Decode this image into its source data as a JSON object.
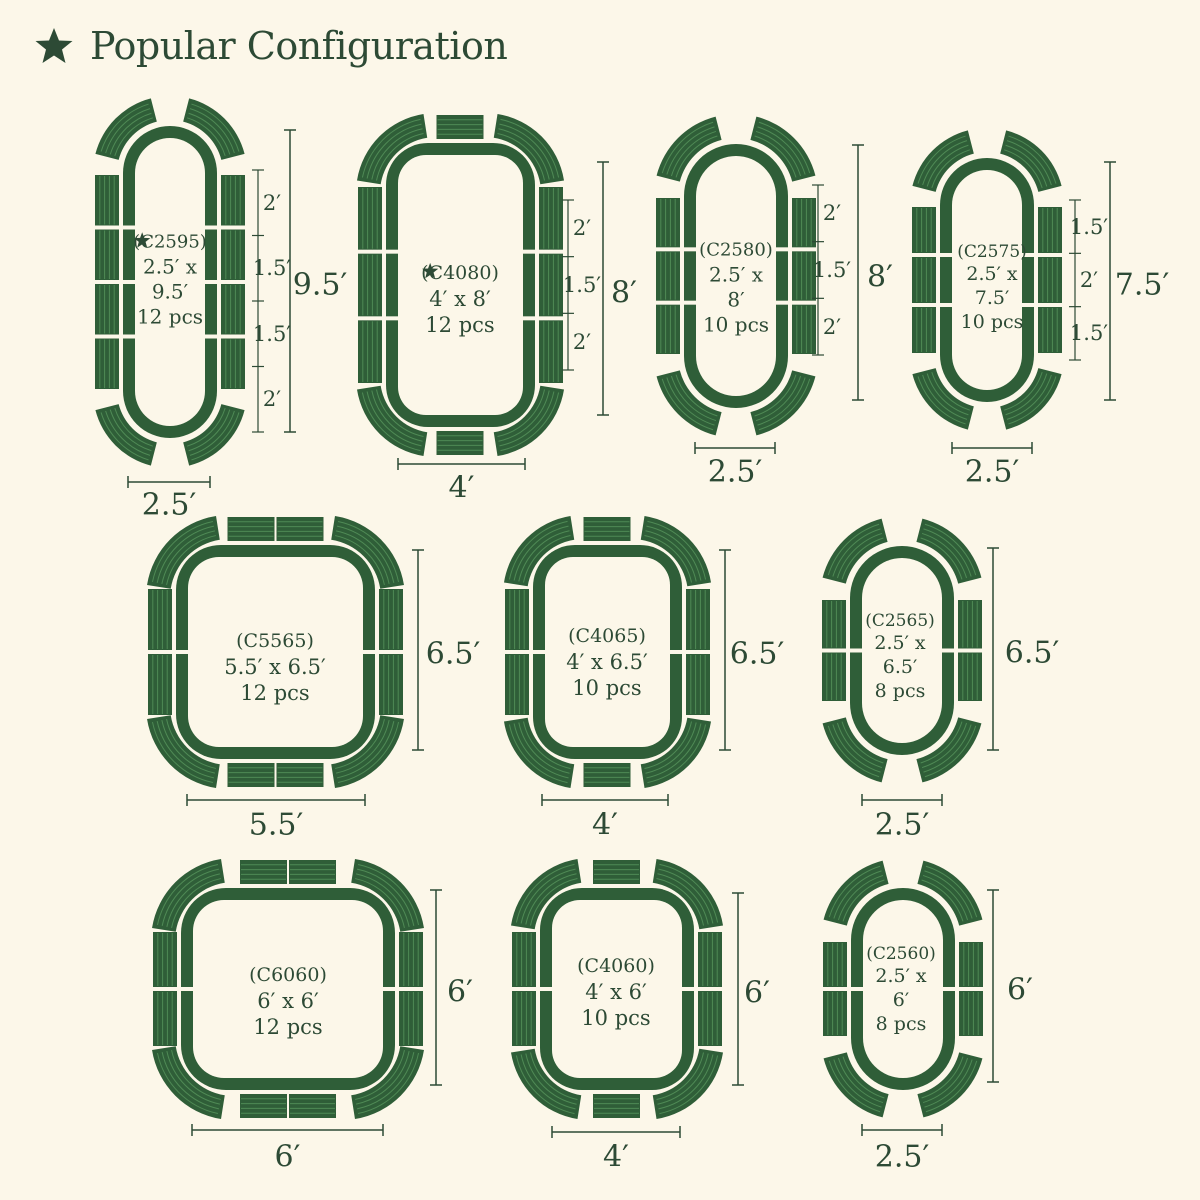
{
  "header": {
    "title": "Popular Configuration",
    "icon": "star-icon"
  },
  "colors": {
    "background": "#fcf7e9",
    "bed": "#2f5e38",
    "bed_light": "#4f8a55",
    "text": "#2d4a35"
  },
  "configurations": [
    {
      "id": "c2595",
      "code": "(C2595)",
      "size": "2.5′ x",
      "size2": "9.5′",
      "pieces": "12 pcs",
      "popular": true,
      "width_label": "2.5′",
      "length_label": "9.5′",
      "segments": [
        "2′",
        "1.5′",
        "1.5′",
        "2′"
      ]
    },
    {
      "id": "c4080",
      "code": "(C4080)",
      "size": "4′ x 8′",
      "pieces": "12 pcs",
      "popular": true,
      "width_label": "4′",
      "length_label": "8′",
      "segments": [
        "2′",
        "1.5′",
        "2′"
      ]
    },
    {
      "id": "c2580",
      "code": "(C2580)",
      "size": "2.5′ x",
      "size2": "8′",
      "pieces": "10 pcs",
      "popular": false,
      "width_label": "2.5′",
      "length_label": "8′",
      "segments": [
        "2′",
        "1.5′",
        "2′"
      ]
    },
    {
      "id": "c2575",
      "code": "(C2575)",
      "size": "2.5′ x",
      "size2": "7.5′",
      "pieces": "10 pcs",
      "popular": false,
      "width_label": "2.5′",
      "length_label": "7.5′",
      "segments": [
        "1.5′",
        "2′",
        "1.5′"
      ]
    },
    {
      "id": "c5565",
      "code": "(C5565)",
      "size": "5.5′ x 6.5′",
      "pieces": "12 pcs",
      "popular": false,
      "width_label": "5.5′",
      "length_label": "6.5′",
      "segments": []
    },
    {
      "id": "c4065",
      "code": "(C4065)",
      "size": "4′ x 6.5′",
      "pieces": "10 pcs",
      "popular": false,
      "width_label": "4′",
      "length_label": "6.5′",
      "segments": []
    },
    {
      "id": "c2565",
      "code": "(C2565)",
      "size": "2.5′ x",
      "size2": "6.5′",
      "pieces": "8 pcs",
      "popular": false,
      "width_label": "2.5′",
      "length_label": "6.5′",
      "segments": []
    },
    {
      "id": "c6060",
      "code": "(C6060)",
      "size": "6′ x 6′",
      "pieces": "12 pcs",
      "popular": false,
      "width_label": "6′",
      "length_label": "6′",
      "segments": []
    },
    {
      "id": "c4060",
      "code": "(C4060)",
      "size": "4′ x 6′",
      "pieces": "10 pcs",
      "popular": false,
      "width_label": "4′",
      "length_label": "6′",
      "segments": []
    },
    {
      "id": "c2560",
      "code": "(C2560)",
      "size": "2.5′ x",
      "size2": "6′",
      "pieces": "8 pcs",
      "popular": false,
      "width_label": "2.5′",
      "length_label": "6′",
      "segments": []
    }
  ]
}
